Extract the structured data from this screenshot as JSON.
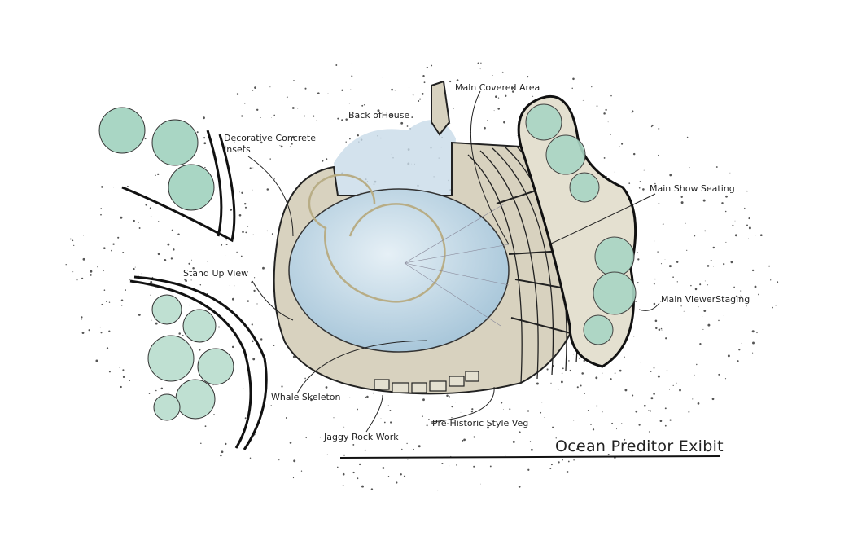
{
  "title": "Ocean Preditor Exibit",
  "labels": {
    "main_covered_area": "Main Covered Area",
    "back_of_house": "Back ofHouse",
    "decorative_concrete_1": "Decorative Concrete",
    "decorative_concrete_2": "Insets",
    "main_show_seating": "Main Show Seating",
    "stand_up_view": "Stand Up View",
    "main_viewer_staging": "Main ViewerStaging",
    "whale_skeleton": "Whale Skeleton",
    "pre_historic_veg": "Pre-Historic Style Veg",
    "jaggy_rock_work": "Jaggy Rock Work"
  },
  "colors": {
    "water": "#b9d3e3",
    "paving": "#d8d2bf",
    "foliage": "#a9d6c4",
    "ink": "#1e1e1e"
  }
}
